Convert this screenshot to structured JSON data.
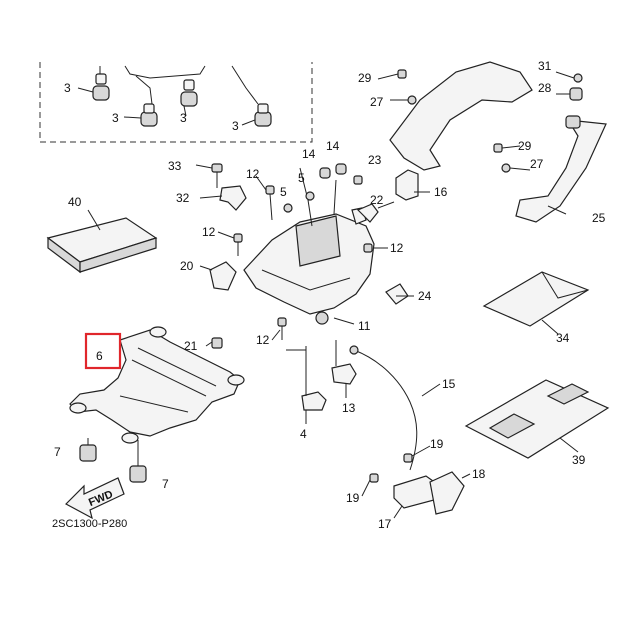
{
  "drawing_code": "2SC1300-P280",
  "fwd_label": "FWD",
  "highlight_color": "#e0262b",
  "highlighted_part": "6",
  "callouts": {
    "c3a": "3",
    "c3b": "3",
    "c3c": "3",
    "c3d": "3",
    "c4": "4",
    "c5a": "5",
    "c5b": "5",
    "c6": "6",
    "c7a": "7",
    "c7b": "7",
    "c11": "11",
    "c12a": "12",
    "c12b": "12",
    "c12c": "12",
    "c12d": "12",
    "c13": "13",
    "c14a": "14",
    "c14b": "14",
    "c15": "15",
    "c16": "16",
    "c17": "17",
    "c18": "18",
    "c19a": "19",
    "c19b": "19",
    "c20": "20",
    "c21": "21",
    "c22": "22",
    "c23": "23",
    "c24": "24",
    "c25": "25",
    "c27a": "27",
    "c27b": "27",
    "c28": "28",
    "c29a": "29",
    "c29b": "29",
    "c31": "31",
    "c32": "32",
    "c33": "33",
    "c34": "34",
    "c39": "39",
    "c40": "40"
  }
}
